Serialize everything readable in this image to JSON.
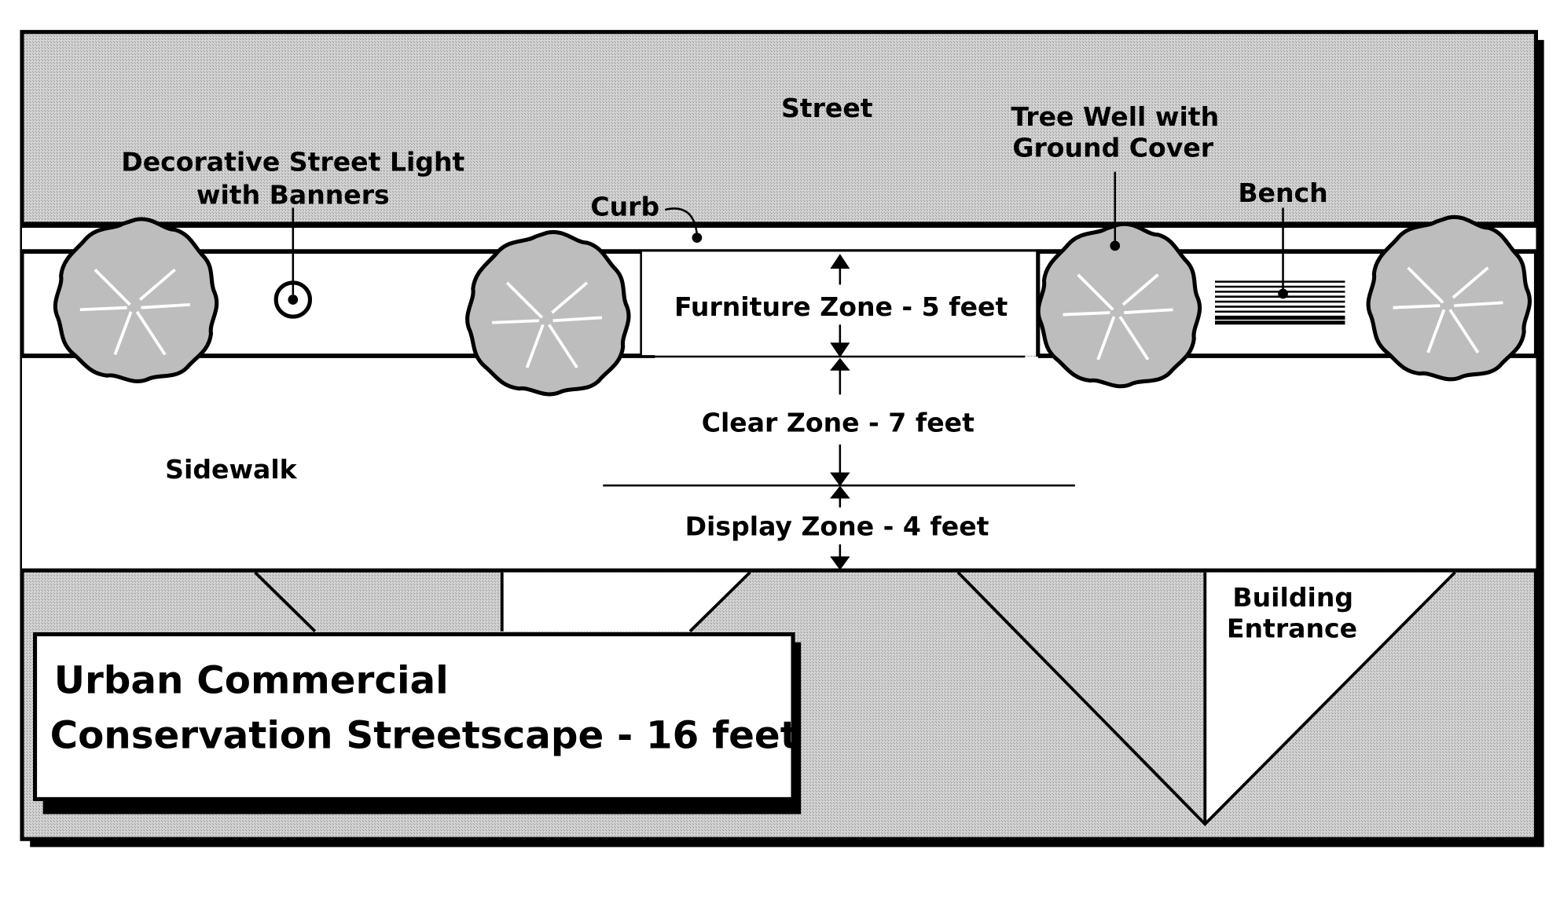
{
  "title": {
    "line1": "Urban Commercial",
    "line2": "Conservation Streetscape - 16 feet"
  },
  "labels": {
    "street": "Street",
    "street_light_1": "Decorative Street Light",
    "street_light_2": "with Banners",
    "curb": "Curb",
    "tree_well_1": "Tree Well with",
    "tree_well_2": "Ground Cover",
    "bench": "Bench",
    "sidewalk": "Sidewalk",
    "building_entrance_1": "Building",
    "building_entrance_2": "Entrance"
  },
  "zones": [
    {
      "name": "Furniture Zone",
      "feet": 5,
      "label": "Furniture Zone - 5 feet"
    },
    {
      "name": "Clear Zone",
      "feet": 7,
      "label": "Clear Zone - 7 feet"
    },
    {
      "name": "Display Zone",
      "feet": 4,
      "label": "Display Zone - 4 feet"
    }
  ],
  "colors": {
    "ground": "#c4c4c4",
    "paving": "#ffffff",
    "line": "#000000"
  }
}
